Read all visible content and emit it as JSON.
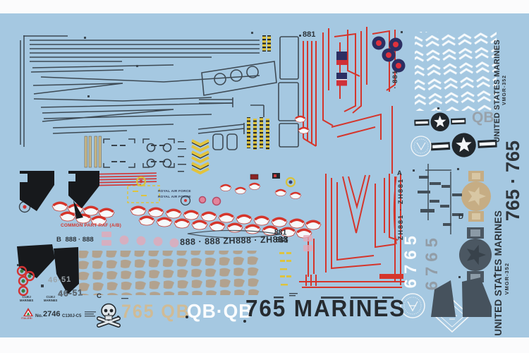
{
  "brand": {
    "logo": "ITALERI",
    "no_label": "No.",
    "kit_number": "2746",
    "kit_code": "C130J-C5"
  },
  "labels": {
    "a": "A",
    "b": "B",
    "c": "C",
    "d": "D"
  },
  "raf": {
    "royal_air_force": "ROYAL AIR FORCE",
    "common_part": "COMMON PART RAF (A/B)",
    "serial_881": "881",
    "serial_881_v": "· 881",
    "zh881_pair": "ZH881 · ZH881",
    "serials_888_line": "888 · 888  ZH888 · ZH888",
    "serials_888": "888 · 888",
    "code_46_51": "46-51"
  },
  "usmc": {
    "united_states_marines": "UNITED STATES MARINES",
    "squadron": "VMGR-352",
    "tail_code": "QB",
    "modex_pair": "765 · 765",
    "modex_6765": "6765",
    "fin_765_qb": "765 QB",
    "qb_qb": "QB·QB",
    "title_765_marines": "765 MARINES",
    "c130j": "C130J",
    "marines": "MARINES"
  },
  "colors": {
    "sheet_blue": "#a5c8e1",
    "decal_red": "#d5352b",
    "roundel_navy": "#2c2f63",
    "tan": "#c6ad84",
    "dark_text": "#2b3238"
  }
}
